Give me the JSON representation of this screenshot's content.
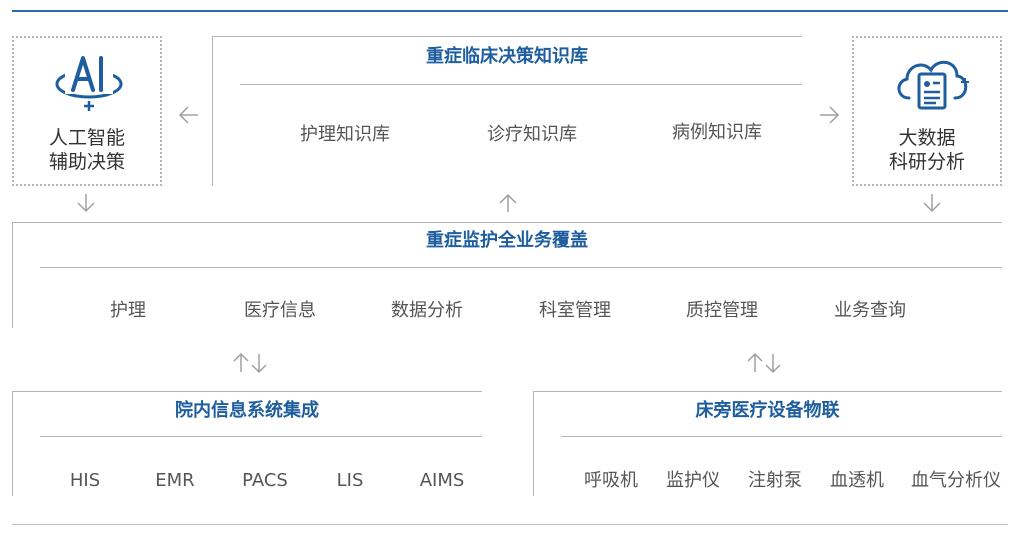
{
  "ai_box": {
    "label": "人工智能\n辅助决策",
    "icon": "ai-icon"
  },
  "data_box": {
    "label": "大数据\n科研分析",
    "icon": "cloud-document-icon"
  },
  "kb_box": {
    "title": "重症临床决策知识库",
    "items": [
      "护理知识库",
      "诊疗知识库",
      "病例知识库"
    ]
  },
  "monitor_box": {
    "title": "重症监护全业务覆盖",
    "items": [
      "护理",
      "医疗信息",
      "数据分析",
      "科室管理",
      "质控管理",
      "业务查询"
    ]
  },
  "his_box": {
    "title": "院内信息系统集成",
    "items": [
      "HIS",
      "EMR",
      "PACS",
      "LIS",
      "AIMS"
    ]
  },
  "device_box": {
    "title": "床旁医疗设备物联",
    "items": [
      "呼吸机",
      "监护仪",
      "注射泵",
      "血透机",
      "血气分析仪"
    ]
  },
  "colors": {
    "accent": "#1e5e9f",
    "rule": "#2a6aa8",
    "line": "#b5b5b5"
  }
}
